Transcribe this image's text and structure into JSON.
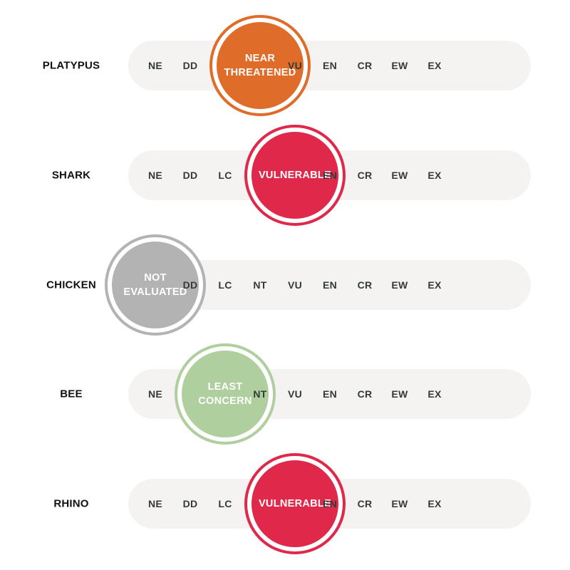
{
  "codes": [
    "NE",
    "DD",
    "LC",
    "NT",
    "VU",
    "EN",
    "CR",
    "EW",
    "EX"
  ],
  "status_colors": {
    "NE": "#b3b3b3",
    "LC": "#afcf9e",
    "NT": "#e06c2a",
    "VU": "#e0284a"
  },
  "rows": [
    {
      "species": "PLATYPUS",
      "status": "NT",
      "status_label": "NEAR\nTHREATENED"
    },
    {
      "species": "SHARK",
      "status": "VU",
      "status_label": "VULNERABLE"
    },
    {
      "species": "CHICKEN",
      "status": "NE",
      "status_label": "NOT\nEVALUATED"
    },
    {
      "species": "BEE",
      "status": "LC",
      "status_label": "LEAST\nCONCERN"
    },
    {
      "species": "RHINO",
      "status": "VU",
      "status_label": "VULNERABLE"
    }
  ]
}
